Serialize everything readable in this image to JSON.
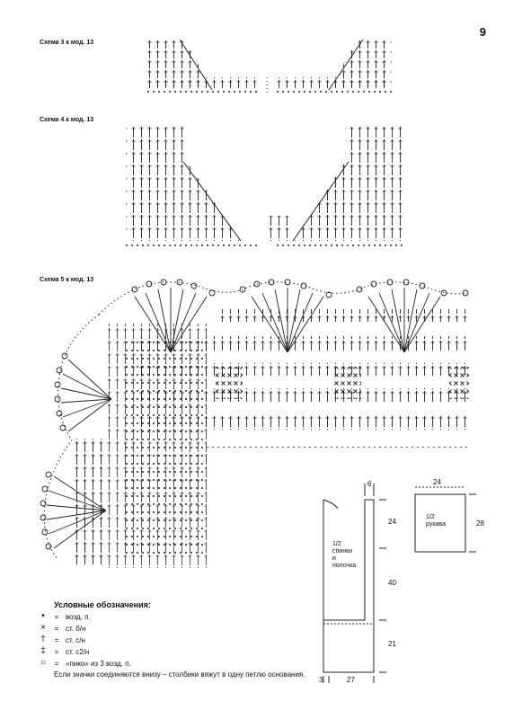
{
  "page_number": "9",
  "schemes": {
    "s3": "Схема 3 к мод. 13",
    "s4": "Схема 4 к мод. 13",
    "s5": "Схема 5 к мод. 13"
  },
  "legend": {
    "title": "Условные обозначения:",
    "items": [
      {
        "symbol": "•",
        "eq": "=",
        "text": "возд. п."
      },
      {
        "symbol": "×",
        "eq": "=",
        "text": "ст. б/н"
      },
      {
        "symbol": "†",
        "eq": "=",
        "text": "ст. с/н"
      },
      {
        "symbol": "‡",
        "eq": "=",
        "text": "ст. с2/н"
      },
      {
        "symbol": "○",
        "eq": "=",
        "text": "«пико» из 3 возд. п."
      }
    ],
    "note": "Если значки соединяются внизу – столбики вяжут в одну петлю основания."
  },
  "pattern": {
    "body_label": "1/2\nспинки\nи\nполочка",
    "sleeve_label": "1/2\nрукава",
    "dims": {
      "top_strap": "6",
      "armhole": "24",
      "side": "40",
      "bottom": "21",
      "hem_left": "3",
      "width": "27",
      "sleeve_top": "24",
      "sleeve_side": "28"
    }
  }
}
